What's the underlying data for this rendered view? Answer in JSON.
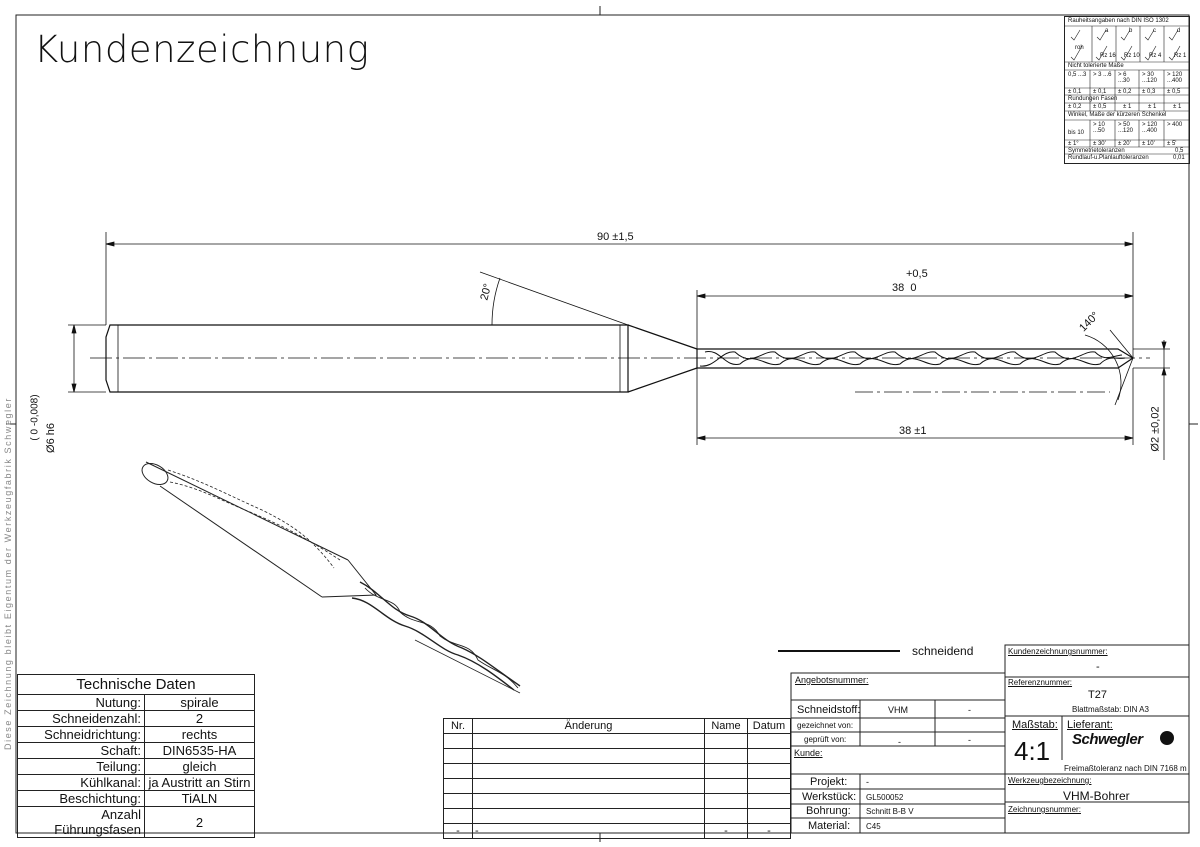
{
  "title": "Kundenzeichnung",
  "side_text": "Diese Zeichnung bleibt Eigentum der Werkzeugfabrik Schwegler",
  "dimensions": {
    "overall": "90 ±1,5",
    "flute_tol": "+0,5",
    "flute_top": "38  0",
    "flute_bottom": "38 ±1",
    "angle_20": "20°",
    "angle_140": "140°",
    "shank_dia": "Ø6 h6",
    "shank_tol": "( 0 -0,008)",
    "tip_dia": "Ø2 ±0,02"
  },
  "legend": {
    "schneidend": "schneidend"
  },
  "tech": {
    "header": "Technische Daten",
    "rows": [
      {
        "label": "Nutung:",
        "value": "spirale"
      },
      {
        "label": "Schneidenzahl:",
        "value": "2"
      },
      {
        "label": "Schneidrichtung:",
        "value": "rechts"
      },
      {
        "label": "Schaft:",
        "value": "DIN6535-HA"
      },
      {
        "label": "Teilung:",
        "value": "gleich"
      },
      {
        "label": "Kühlkanal:",
        "value": "ja Austritt an Stirn"
      },
      {
        "label": "Beschichtung:",
        "value": "TiALN"
      },
      {
        "label": "Anzahl Führungsfasen",
        "value": "2"
      }
    ]
  },
  "changes": {
    "headers": {
      "nr": "Nr.",
      "change": "Änderung",
      "name": "Name",
      "date": "Datum"
    },
    "last": {
      "nr": "-",
      "change": "-",
      "name": "-",
      "date": "-"
    }
  },
  "titleblock": {
    "angebot_label": "Angebotsnummer:",
    "schneidstoff_label": "Schneidstoff:",
    "schneidstoff_value": "VHM",
    "schneidstoff_dash": "-",
    "gezeichnet_label": "gezeichnet von:",
    "geprueft_label": "geprüft von:",
    "geprueft_value": "-",
    "geprueft_dash": "-",
    "kunde_label": "Kunde:",
    "projekt_label": "Projekt:",
    "projekt_value": "-",
    "werkstueck_label": "Werkstück:",
    "werkstueck_value": "GL500052",
    "bohrung_label": "Bohrung:",
    "bohrung_value": "Schnitt B-B V",
    "material_label": "Material:",
    "material_value": "C45",
    "kzn_label": "Kundenzeichnungsnummer:",
    "kzn_value": "-",
    "ref_label": "Referenznummer:",
    "ref_value": "T27",
    "blatt": "Blattmaßstab: DIN A3",
    "massstab_label": "Maßstab:",
    "massstab_value": "4:1",
    "lieferant_label": "Lieferant:",
    "lieferant_logo": "Schwegler",
    "freimass": "Freimaßtoleranz nach DIN 7168 m",
    "wz_label": "Werkzeugbezeichnung:",
    "wz_value": "VHM-Bohrer",
    "zn_label": "Zeichnungsnummer:"
  },
  "roughness": {
    "title": "Rauheitsangaben nach DIN ISO 1302",
    "letters": [
      "a",
      "b",
      "c",
      "d"
    ],
    "roh": "roh",
    "rz": [
      "Rz 16",
      "Rz 10",
      "Rz 4",
      "Rz 1"
    ],
    "nicht_tol": "Nicht tolerierte Maße",
    "ranges": [
      "0,5 ...3",
      "> 3 ...6",
      "> 6 ...30",
      "> 30 ...120",
      "> 120 ...400"
    ],
    "ranges_tol": [
      "± 0,1",
      "± 0,1",
      "± 0,2",
      "± 0,3",
      "± 0,5"
    ],
    "rund_title": "Rundungen Fasen",
    "rund_tol": [
      "± 0,2",
      "± 0,5",
      "± 1",
      "± 1",
      "± 1"
    ],
    "winkel_title": "Winkel, Maße der kürzeren Schenkel",
    "winkel_ranges": [
      "bis 10",
      "> 10 ...50",
      "> 50 ...120",
      "> 120 ...400",
      "> 400"
    ],
    "winkel_tol": [
      "± 1°",
      "± 30'",
      "± 20'",
      "± 10'",
      "± 5'"
    ],
    "sym_label": "Symmetrietoleranzen",
    "sym_value": "0,5",
    "rund_lauf_label": "Rundlauf-u.Planlauftoleranzen",
    "rund_lauf_value": "0,01"
  }
}
